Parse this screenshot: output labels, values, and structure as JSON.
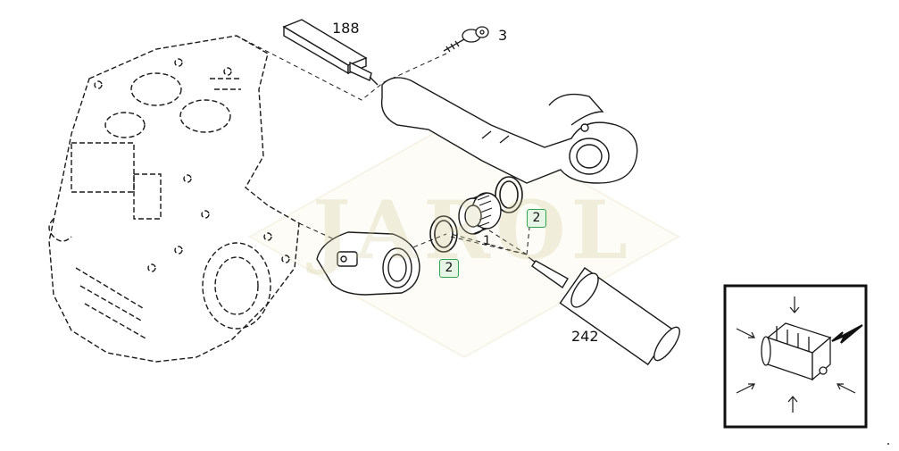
{
  "watermark": {
    "text": "JAROL"
  },
  "callouts": {
    "p188": "188",
    "p3": "3",
    "p1": "1",
    "p2_upper": "2",
    "p2_lower": "2",
    "p242": "242"
  },
  "colors": {
    "line": "#1a1a1a",
    "highlight_border": "#2ea64a",
    "highlight_fill": "#e6f5e6",
    "watermark": "#d2c896"
  },
  "icons": [
    "engine-block-drawing",
    "tube-188-icon",
    "screw-3-icon",
    "pipe-assembly-icon",
    "seal-ring-icon",
    "sleeve-icon",
    "cartridge-242-icon",
    "inset-detail-icon"
  ]
}
